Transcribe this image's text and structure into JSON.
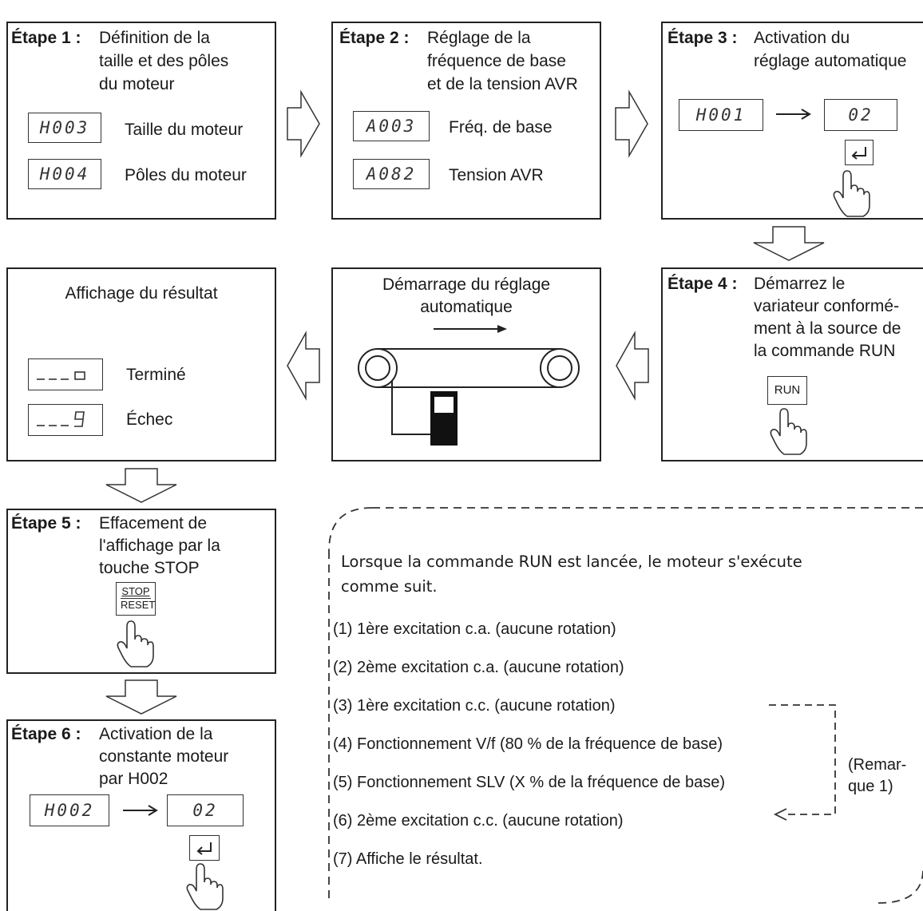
{
  "step1": {
    "label": "Étape 1 :",
    "desc": [
      "Définition de la",
      "taille et des pôles",
      "du moteur"
    ],
    "params": [
      {
        "code": "H003",
        "label": "Taille du moteur"
      },
      {
        "code": "H004",
        "label": "Pôles du moteur"
      }
    ]
  },
  "step2": {
    "label": "Étape 2 :",
    "desc": [
      "Réglage de la",
      "fréquence de base",
      "et de la tension AVR"
    ],
    "params": [
      {
        "code": "A003",
        "label": "Fréq. de base"
      },
      {
        "code": "A082",
        "label": "Tension AVR"
      }
    ]
  },
  "step3": {
    "label": "Étape 3 :",
    "desc": [
      "Activation du",
      "réglage automatique"
    ],
    "code_from": "H001",
    "code_to": "02"
  },
  "step4": {
    "label": "Étape 4 :",
    "desc": [
      "Démarrez le",
      "variateur conformé-",
      "ment à la source de",
      "la commande RUN"
    ],
    "key": "RUN"
  },
  "start_box": {
    "title": [
      "Démarrage du réglage",
      "automatique"
    ]
  },
  "result_box": {
    "title": "Affichage du résultat",
    "items": [
      {
        "code": "___0",
        "label": "Terminé"
      },
      {
        "code": "___9",
        "label": "Échec"
      }
    ]
  },
  "step5": {
    "label": "Étape 5 :",
    "desc": [
      "Effacement de",
      "l'affichage par la",
      "touche STOP"
    ],
    "key_top": "STOP",
    "key_bottom": "RESET"
  },
  "step6": {
    "label": "Étape 6 :",
    "desc": [
      "Activation de la",
      "constante moteur",
      "par H002"
    ],
    "code_from": "H002",
    "code_to": "02"
  },
  "note": {
    "intro": [
      "Lorsque la commande RUN est lancée, le moteur s'exécute",
      "comme suit."
    ],
    "items": [
      "(1) 1ère excitation c.a. (aucune rotation)",
      "(2) 2ème excitation c.a. (aucune rotation)",
      "(3) 1ère excitation c.c. (aucune rotation)",
      "(4) Fonctionnement V/f (80 % de la fréquence de base)",
      "(5) Fonctionnement SLV (X % de la fréquence de base)",
      "(6) 2ème excitation c.c. (aucune rotation)",
      "(7) Affiche le résultat."
    ],
    "remark": [
      "(Remar-",
      "que 1)"
    ]
  }
}
